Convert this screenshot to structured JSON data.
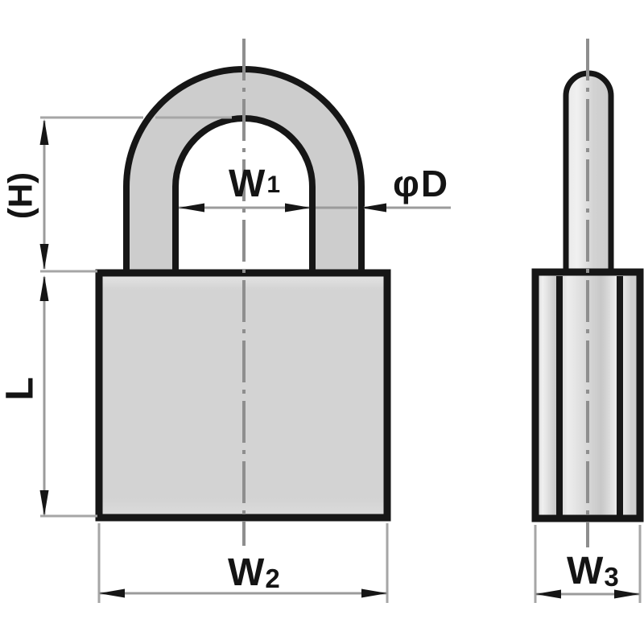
{
  "labels": {
    "h": "(H)",
    "l": "L",
    "w1": {
      "base": "W",
      "sub": "1"
    },
    "w2": {
      "base": "W",
      "sub": "2"
    },
    "w3": {
      "base": "W",
      "sub": "3"
    },
    "phi_d": "φD"
  },
  "colors": {
    "background": "#ffffff",
    "outline": "#161616",
    "fill_gray": "#d3d3d3",
    "shackle_gray": "#cdcdcd",
    "dimension_line": "#9b9b9b",
    "centerline": "#8e8e8e",
    "text": "#141414"
  }
}
